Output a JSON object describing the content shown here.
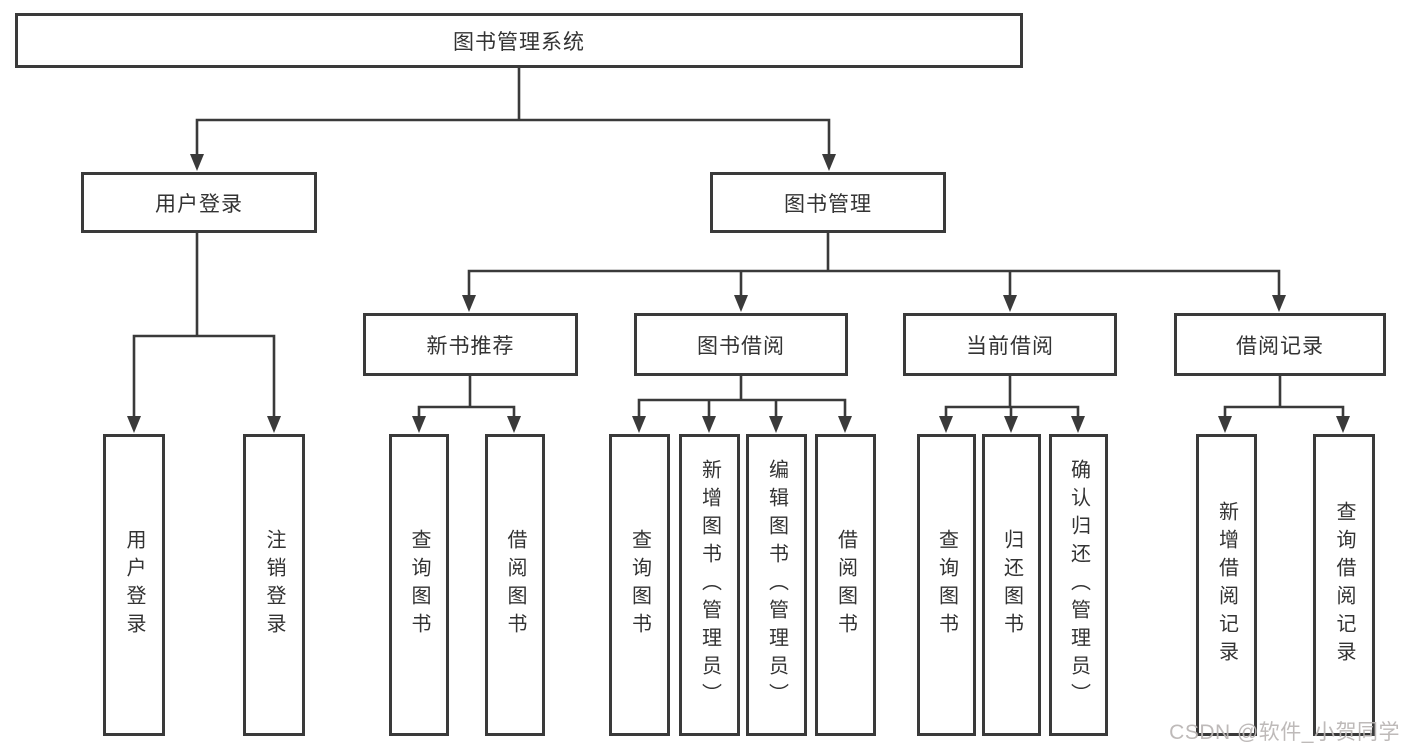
{
  "colors": {
    "line": "#3a3a3a",
    "text": "#333333",
    "box_background": "#ffffff",
    "watermark": "#bab6b5"
  },
  "root": {
    "label": "图书管理系统"
  },
  "level1": [
    {
      "label": "用户登录"
    },
    {
      "label": "图书管理"
    }
  ],
  "level2": [
    {
      "label": "新书推荐"
    },
    {
      "label": "图书借阅"
    },
    {
      "label": "当前借阅"
    },
    {
      "label": "借阅记录"
    }
  ],
  "leaves": {
    "user_login": [
      "用户登录",
      "注销登录"
    ],
    "new_book": [
      "查询图书",
      "借阅图书"
    ],
    "book_borrow": [
      "查询图书",
      "新增图书（管理员）",
      "编辑图书（管理员）",
      "借阅图书"
    ],
    "current_borrow": [
      "查询图书",
      "归还图书",
      "确认归还（管理员）"
    ],
    "borrow_record": [
      "新增借阅记录",
      "查询借阅记录"
    ]
  },
  "watermark": "CSDN @软件_小贺同学"
}
